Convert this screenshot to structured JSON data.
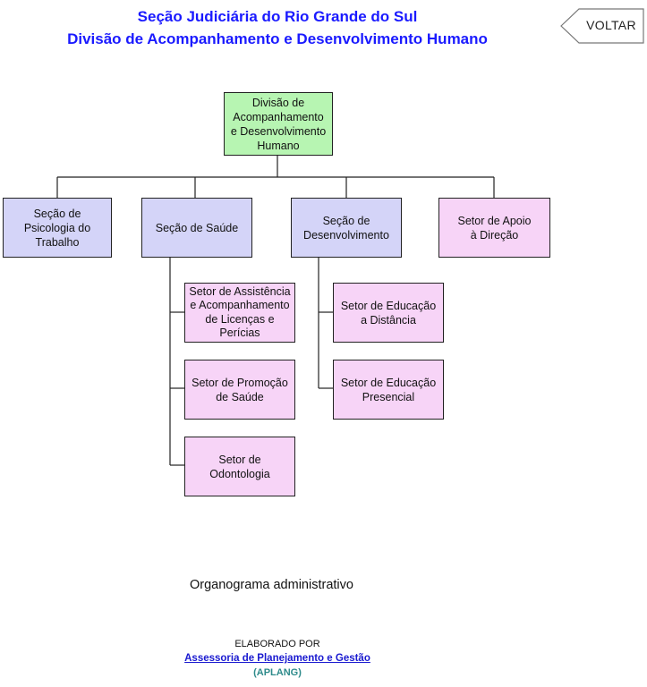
{
  "header": {
    "line1": "Seção Judiciária do Rio Grande do Sul",
    "line2": "Divisão de Acompanhamento e Desenvolvimento Humano"
  },
  "back_button": {
    "label": "VOLTAR"
  },
  "org": {
    "root": [
      "Divisão de",
      "Acompanhamento",
      "e Desenvolvimento",
      "Humano"
    ],
    "psicologia": [
      "Seção de",
      "Psicologia do",
      "Trabalho"
    ],
    "saude": [
      "Seção de Saúde"
    ],
    "desenvolvimento": [
      "Seção de",
      "Desenvolvimento"
    ],
    "apoio": [
      "Setor de Apoio",
      "à Direção"
    ],
    "assistencia": [
      "Setor de Assistência",
      "e Acompanhamento",
      "de Licenças e",
      "Perícias"
    ],
    "promocao": [
      "Setor de Promoção",
      "de Saúde"
    ],
    "odontologia": [
      "Setor de",
      "Odontologia"
    ],
    "edu_distancia": [
      "Setor de Educação",
      "a Distância"
    ],
    "edu_presencial": [
      "Setor de Educação",
      "Presencial"
    ]
  },
  "colors": {
    "green": "#b7f5b2",
    "blue": "#d4d4f8",
    "pink": "#f7d4f7",
    "title": "#1a1aff"
  },
  "footer": {
    "caption": "Organograma administrativo",
    "elaborado": "ELABORADO POR",
    "link": "Assessoria de Planejamento e Gestão",
    "abbr": "(APLANG)"
  }
}
